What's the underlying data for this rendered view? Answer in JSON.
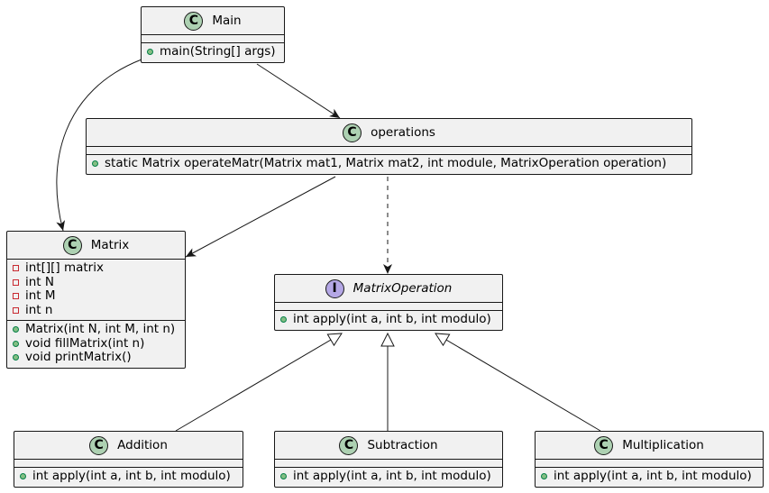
{
  "classes": {
    "main": {
      "name": "Main",
      "kind": "C",
      "methods": [
        "main(String[] args)"
      ]
    },
    "operations": {
      "name": "operations",
      "kind": "C",
      "methods": [
        "static Matrix operateMatr(Matrix mat1, Matrix mat2, int module, MatrixOperation operation)"
      ]
    },
    "matrix": {
      "name": "Matrix",
      "kind": "C",
      "fields": [
        "int[][] matrix",
        "int N",
        "int M",
        "int n"
      ],
      "methods": [
        "Matrix(int N, int M, int n)",
        "void fillMatrix(int n)",
        "void printMatrix()"
      ]
    },
    "matrix_operation": {
      "name": "MatrixOperation",
      "kind": "I",
      "methods": [
        "int apply(int a, int b, int modulo)"
      ]
    },
    "addition": {
      "name": "Addition",
      "kind": "C",
      "methods": [
        "int apply(int a, int b, int modulo)"
      ]
    },
    "subtraction": {
      "name": "Subtraction",
      "kind": "C",
      "methods": [
        "int apply(int a, int b, int modulo)"
      ]
    },
    "multiplication": {
      "name": "Multiplication",
      "kind": "C",
      "methods": [
        "int apply(int a, int b, int modulo)"
      ]
    }
  },
  "colors": {
    "class_badge": "#add1b2",
    "interface_badge": "#b4a7e5",
    "box_fill": "#f1f1f1",
    "line": "#181818"
  }
}
